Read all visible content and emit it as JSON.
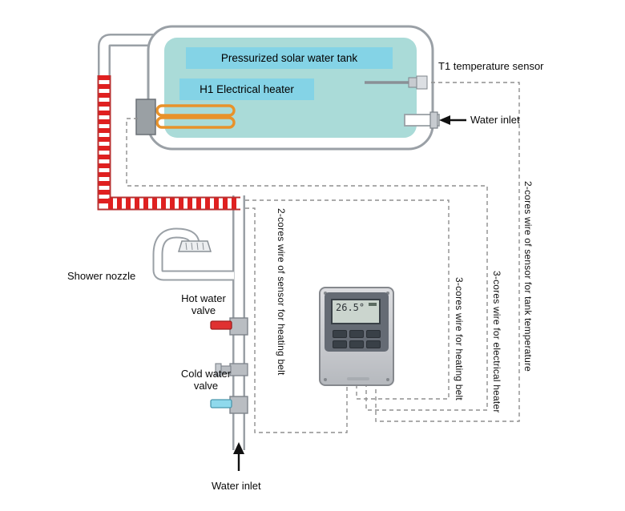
{
  "diagram": {
    "tank": {
      "label": "Pressurized solar water tank",
      "heater_label": "H1 Electrical heater"
    },
    "labels": {
      "t1_sensor": "T1 temperature sensor",
      "water_inlet_right": "Water inlet",
      "shower_nozzle": "Shower nozzle",
      "hot_water_valve": "Hot water valve",
      "cold_water_valve": "Cold water valve",
      "water_inlet_bottom": "Water inlet"
    },
    "wire_labels": {
      "heating_belt_sensor": "2-cores wire of sensor for heating belt",
      "heating_belt_power": "3-cores wire for heating belt",
      "electrical_heater": "3-cores wire for electrical heater",
      "tank_temp_sensor": "2-cores wire of sensor for tank temperature"
    },
    "controller": {
      "lcd_temp": "26.5°"
    },
    "colors": {
      "tank_fill": "#aadbd8",
      "label_box_fill": "#84d3e6",
      "heating_belt_red": "#e02020",
      "hot_valve_handle": "#e03131",
      "cold_valve_handle": "#8fd9ec",
      "heater_coil_orange": "#e8922a",
      "pipe_outline": "#9aa0a6",
      "wire_dash": "#8f8f8f"
    }
  }
}
